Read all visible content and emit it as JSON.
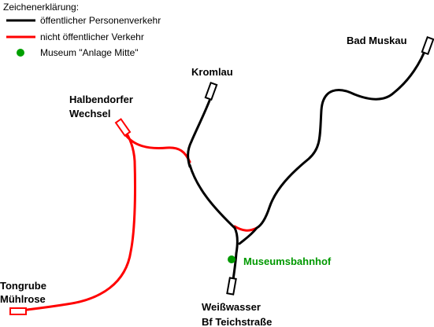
{
  "legend": {
    "title": "Zeichenerklärung:",
    "items": [
      {
        "label": "öffentlicher Personenverkehr",
        "color": "#000000",
        "symbol": "line"
      },
      {
        "label": "nicht öffentlicher Verkehr",
        "color": "#ff0000",
        "symbol": "line"
      },
      {
        "label": "Museum \"Anlage Mitte\"",
        "color": "#00a000",
        "symbol": "dot"
      }
    ]
  },
  "places": {
    "bad_muskau": "Bad Muskau",
    "kromlau": "Kromlau",
    "halbendorf_line1": "Halbendorfer",
    "halbendorf_line2": "Wechsel",
    "tongrube_line1": "Tongrube",
    "tongrube_line2": "Mühlrose",
    "weisswasser_line1": "Weißwasser",
    "weisswasser_line2": "Bf Teichstraße",
    "museumsbahnhof": "Museumsbahnhof"
  },
  "colors": {
    "public": "#000000",
    "nonpublic": "#ff0000",
    "museum": "#009900"
  }
}
